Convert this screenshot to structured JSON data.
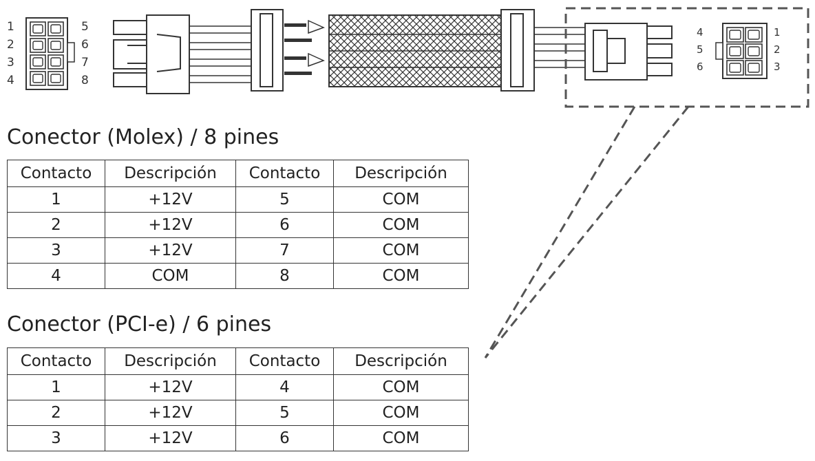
{
  "diagram": {
    "left_connector_pins_left": [
      "1",
      "2",
      "3",
      "4"
    ],
    "left_connector_pins_right": [
      "5",
      "6",
      "7",
      "8"
    ],
    "right_connector_pins_left": [
      "4",
      "5",
      "6"
    ],
    "right_connector_pins_right": [
      "1",
      "2",
      "3"
    ],
    "colors": {
      "line": "#333333",
      "dash": "#555555",
      "background": "#ffffff"
    }
  },
  "molex": {
    "title": "Conector (Molex) / 8 pines",
    "headers": [
      "Contacto",
      "Descripción",
      "Contacto",
      "Descripción"
    ],
    "rows": [
      [
        "1",
        "+12V",
        "5",
        "COM"
      ],
      [
        "2",
        "+12V",
        "6",
        "COM"
      ],
      [
        "3",
        "+12V",
        "7",
        "COM"
      ],
      [
        "4",
        "COM",
        "8",
        "COM"
      ]
    ]
  },
  "pcie": {
    "title": "Conector (PCI-e) / 6 pines",
    "headers": [
      "Contacto",
      "Descripción",
      "Contacto",
      "Descripción"
    ],
    "rows": [
      [
        "1",
        "+12V",
        "4",
        "COM"
      ],
      [
        "2",
        "+12V",
        "5",
        "COM"
      ],
      [
        "3",
        "+12V",
        "6",
        "COM"
      ]
    ]
  }
}
